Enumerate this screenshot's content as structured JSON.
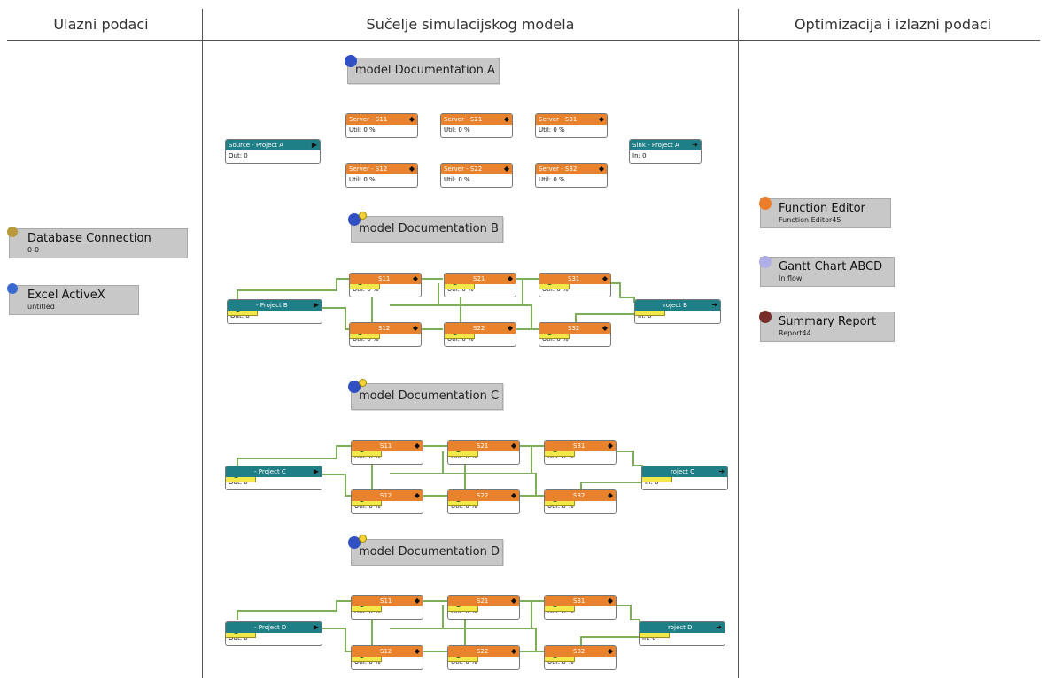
{
  "headers": {
    "left": "Ulazni podaci",
    "center": "Sučelje simulacijskog modela",
    "right": "Optimizacija i izlazni podaci"
  },
  "colors": {
    "server_bar": "#e8822c",
    "source_sink_bar": "#1f7f86",
    "link": "#7fae5a",
    "doc_box": "#c8c8c8",
    "database_dot": "#b89a3a",
    "excel_dot": "#3a6ad0",
    "function_dot": "#ee7d2a",
    "gantt_dot": "#b0aee6",
    "summary_dot": "#7a2c28",
    "doc_dot": "#2f4fc2"
  },
  "inputs": [
    {
      "title": "Database Connection",
      "subtitle": "0-0"
    },
    {
      "title": "Excel ActiveX",
      "subtitle": "untitled"
    }
  ],
  "outputs": [
    {
      "title": "Function Editor",
      "subtitle": "Function Editor45"
    },
    {
      "title": "Gantt Chart ABCD",
      "subtitle": "In flow"
    },
    {
      "title": "Summary Report",
      "subtitle": "Report44"
    }
  ],
  "model_a": {
    "doc": "model Documentation A",
    "source": {
      "title": "Source - Project A",
      "value": "Out: 0"
    },
    "sink": {
      "title": "Sink - Project A",
      "value": "In: 0"
    },
    "servers": [
      {
        "title": "Server - S11",
        "value": "Util: 0 %"
      },
      {
        "title": "Server - S21",
        "value": "Util: 0 %"
      },
      {
        "title": "Server - S31",
        "value": "Util: 0 %"
      },
      {
        "title": "Server - S12",
        "value": "Util: 0 %"
      },
      {
        "title": "Server - S22",
        "value": "Util: 0 %"
      },
      {
        "title": "Server - S32",
        "value": "Util: 0 %"
      }
    ]
  },
  "model_b": {
    "doc": "model Documentation B",
    "source": {
      "title": "- Project B",
      "value": "Out: 0"
    },
    "sink": {
      "title": "roject B",
      "value": "In: 0"
    },
    "servers": [
      {
        "title": "S11",
        "value": "Util: 0 %"
      },
      {
        "title": "S21",
        "value": "Util: 0 %"
      },
      {
        "title": "S31",
        "value": "Util: 0 %"
      },
      {
        "title": "S12",
        "value": "Util: 0 %"
      },
      {
        "title": "S22",
        "value": "Util: 0 %"
      },
      {
        "title": "S32",
        "value": "Util: 0 %"
      }
    ]
  },
  "model_c": {
    "doc": "model Documentation C",
    "source": {
      "title": "- Project C",
      "value": "Out: 0"
    },
    "sink": {
      "title": "roject C",
      "value": "In: 0"
    },
    "servers": [
      {
        "title": "S11",
        "value": "Util: 0 %"
      },
      {
        "title": "S21",
        "value": "Util: 0 %"
      },
      {
        "title": "S31",
        "value": "Util: 0 %"
      },
      {
        "title": "S12",
        "value": "Util: 0 %"
      },
      {
        "title": "S22",
        "value": "Util: 0 %"
      },
      {
        "title": "S32",
        "value": "Util: 0 %"
      }
    ]
  },
  "model_d": {
    "doc": "model Documentation D",
    "source": {
      "title": "- Project D",
      "value": "Out: 0"
    },
    "sink": {
      "title": "roject D",
      "value": "In: 0"
    },
    "servers": [
      {
        "title": "S11",
        "value": "Util: 0 %"
      },
      {
        "title": "S21",
        "value": "Util: 0 %"
      },
      {
        "title": "S31",
        "value": "Util: 0 %"
      },
      {
        "title": "S12",
        "value": "Util: 0 %"
      },
      {
        "title": "S22",
        "value": "Util: 0 %"
      },
      {
        "title": "S32",
        "value": "Util: 0 %"
      }
    ]
  }
}
